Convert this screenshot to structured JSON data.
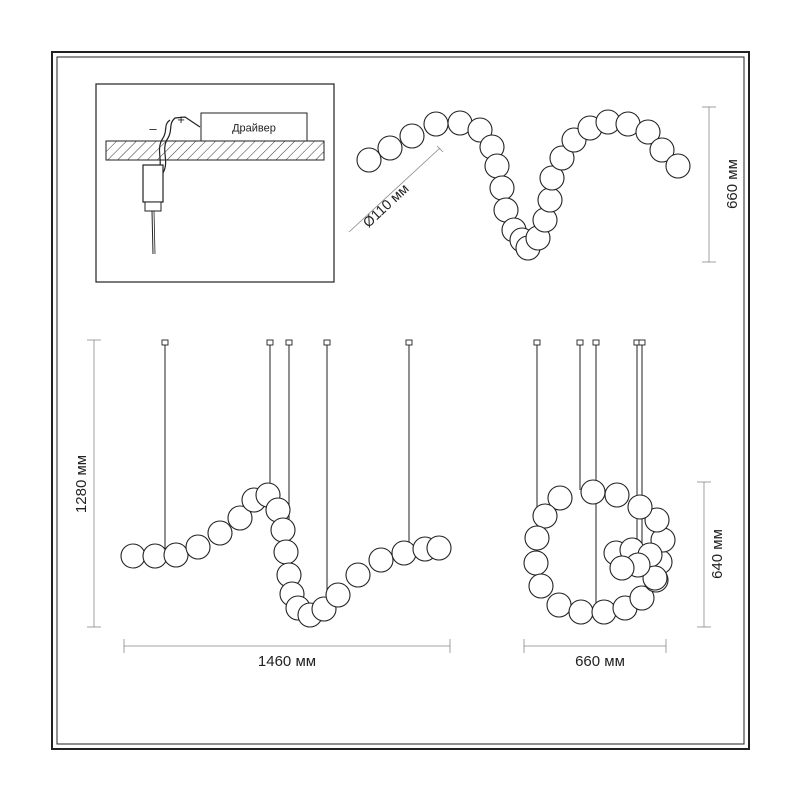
{
  "labels": {
    "driver": "Драйвер",
    "minus": "–",
    "plus": "+",
    "bead_diameter": "Ø110 мм",
    "top_view_depth": "660 мм",
    "total_height": "1280 мм",
    "front_width": "1460 мм",
    "side_width": "660 мм",
    "side_height": "640 мм"
  },
  "colors": {
    "line": "#222222",
    "dimension": "#9a9a9a",
    "hatch": "#333333",
    "bead_fill": "#ffffff"
  }
}
